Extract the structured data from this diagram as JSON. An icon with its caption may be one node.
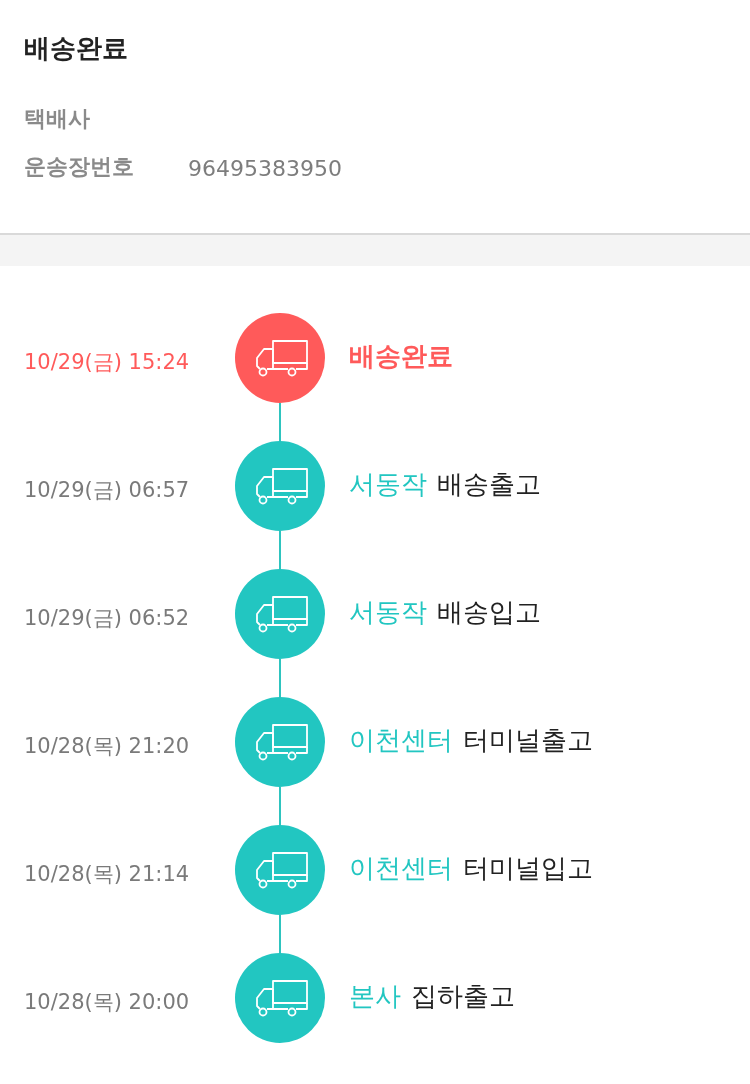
{
  "diagram": {
    "title": "배송완료",
    "nodes": [
      {
        "text": [],
        "shape": "circle",
        "beside": [
          "10/29(금) 15:24",
          "배송완료"
        ]
      },
      {
        "text": [],
        "shape": "circle",
        "beside": [
          "10/29(금) 06:57",
          "서동작",
          "배송출고"
        ]
      },
      {
        "text": [],
        "shape": "circle",
        "beside": [
          "10/29(금) 06:52",
          "서동작",
          "배송입고"
        ]
      },
      {
        "text": [],
        "shape": "circle",
        "beside": [
          "10/28(목) 21:20",
          "이천센터",
          "터미널출고"
        ]
      },
      {
        "text": [],
        "shape": "circle",
        "beside": [
          "10/28(목) 21:14",
          "이천센터",
          "터미널입고"
        ]
      },
      {
        "text": [],
        "shape": "circle",
        "beside": [
          "10/28(목) 20:00",
          "본사",
          "집하출고"
        ]
      }
    ],
    "edges": [
      {
        "from": 0,
        "to": 1,
        "arrow": "none"
      },
      {
        "from": 1,
        "to": 2,
        "arrow": "none"
      },
      {
        "from": 2,
        "to": 3,
        "arrow": "none"
      },
      {
        "from": 3,
        "to": 4,
        "arrow": "none"
      },
      {
        "from": 4,
        "to": 5,
        "arrow": "none"
      }
    ],
    "labels": [
      "택배사",
      "운송장번호",
      "96495383950"
    ]
  }
}
